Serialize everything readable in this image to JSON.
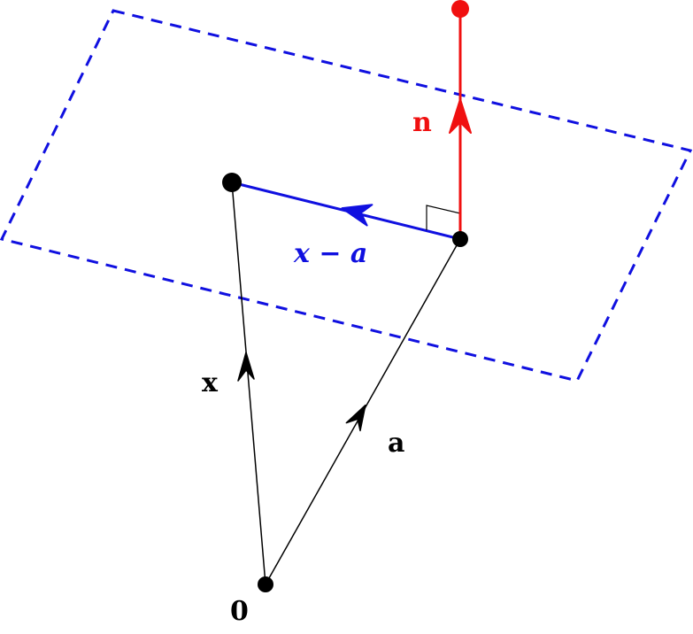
{
  "labels": {
    "normal": "n",
    "difference": "x − a",
    "x_vector": "x",
    "a_vector": "a",
    "origin": "0"
  },
  "colors": {
    "plane": "#1010e0",
    "normal": "#f01010",
    "difference": "#1010e0",
    "vectors": "#000000"
  }
}
